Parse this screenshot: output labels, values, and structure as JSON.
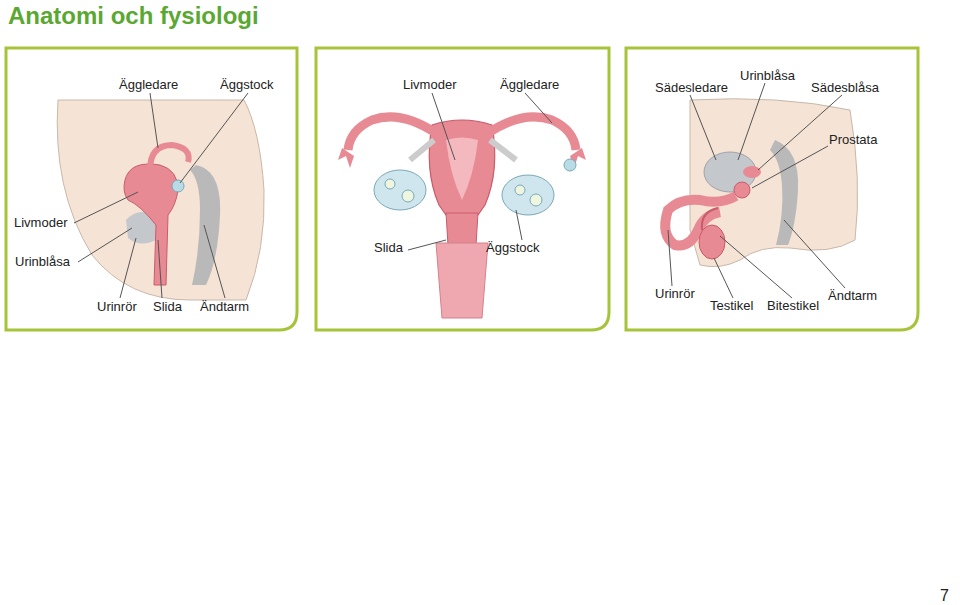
{
  "diagram": {
    "title": "Anatomi och fysiologi",
    "labels": [
      "Äggledare",
      "Äggstock",
      "Livmoder",
      "Urinblåsa",
      "Urinrör",
      "Slida",
      "Ändtarm",
      "Livmoder",
      "Äggledare",
      "Slida",
      "Äggstock",
      "Sädesledare",
      "Urinblåsa",
      "Sädesblåsa",
      "Prostata",
      "Urinrör",
      "Testikel",
      "Bitestikel",
      "Ändtarm",
      "7"
    ]
  }
}
